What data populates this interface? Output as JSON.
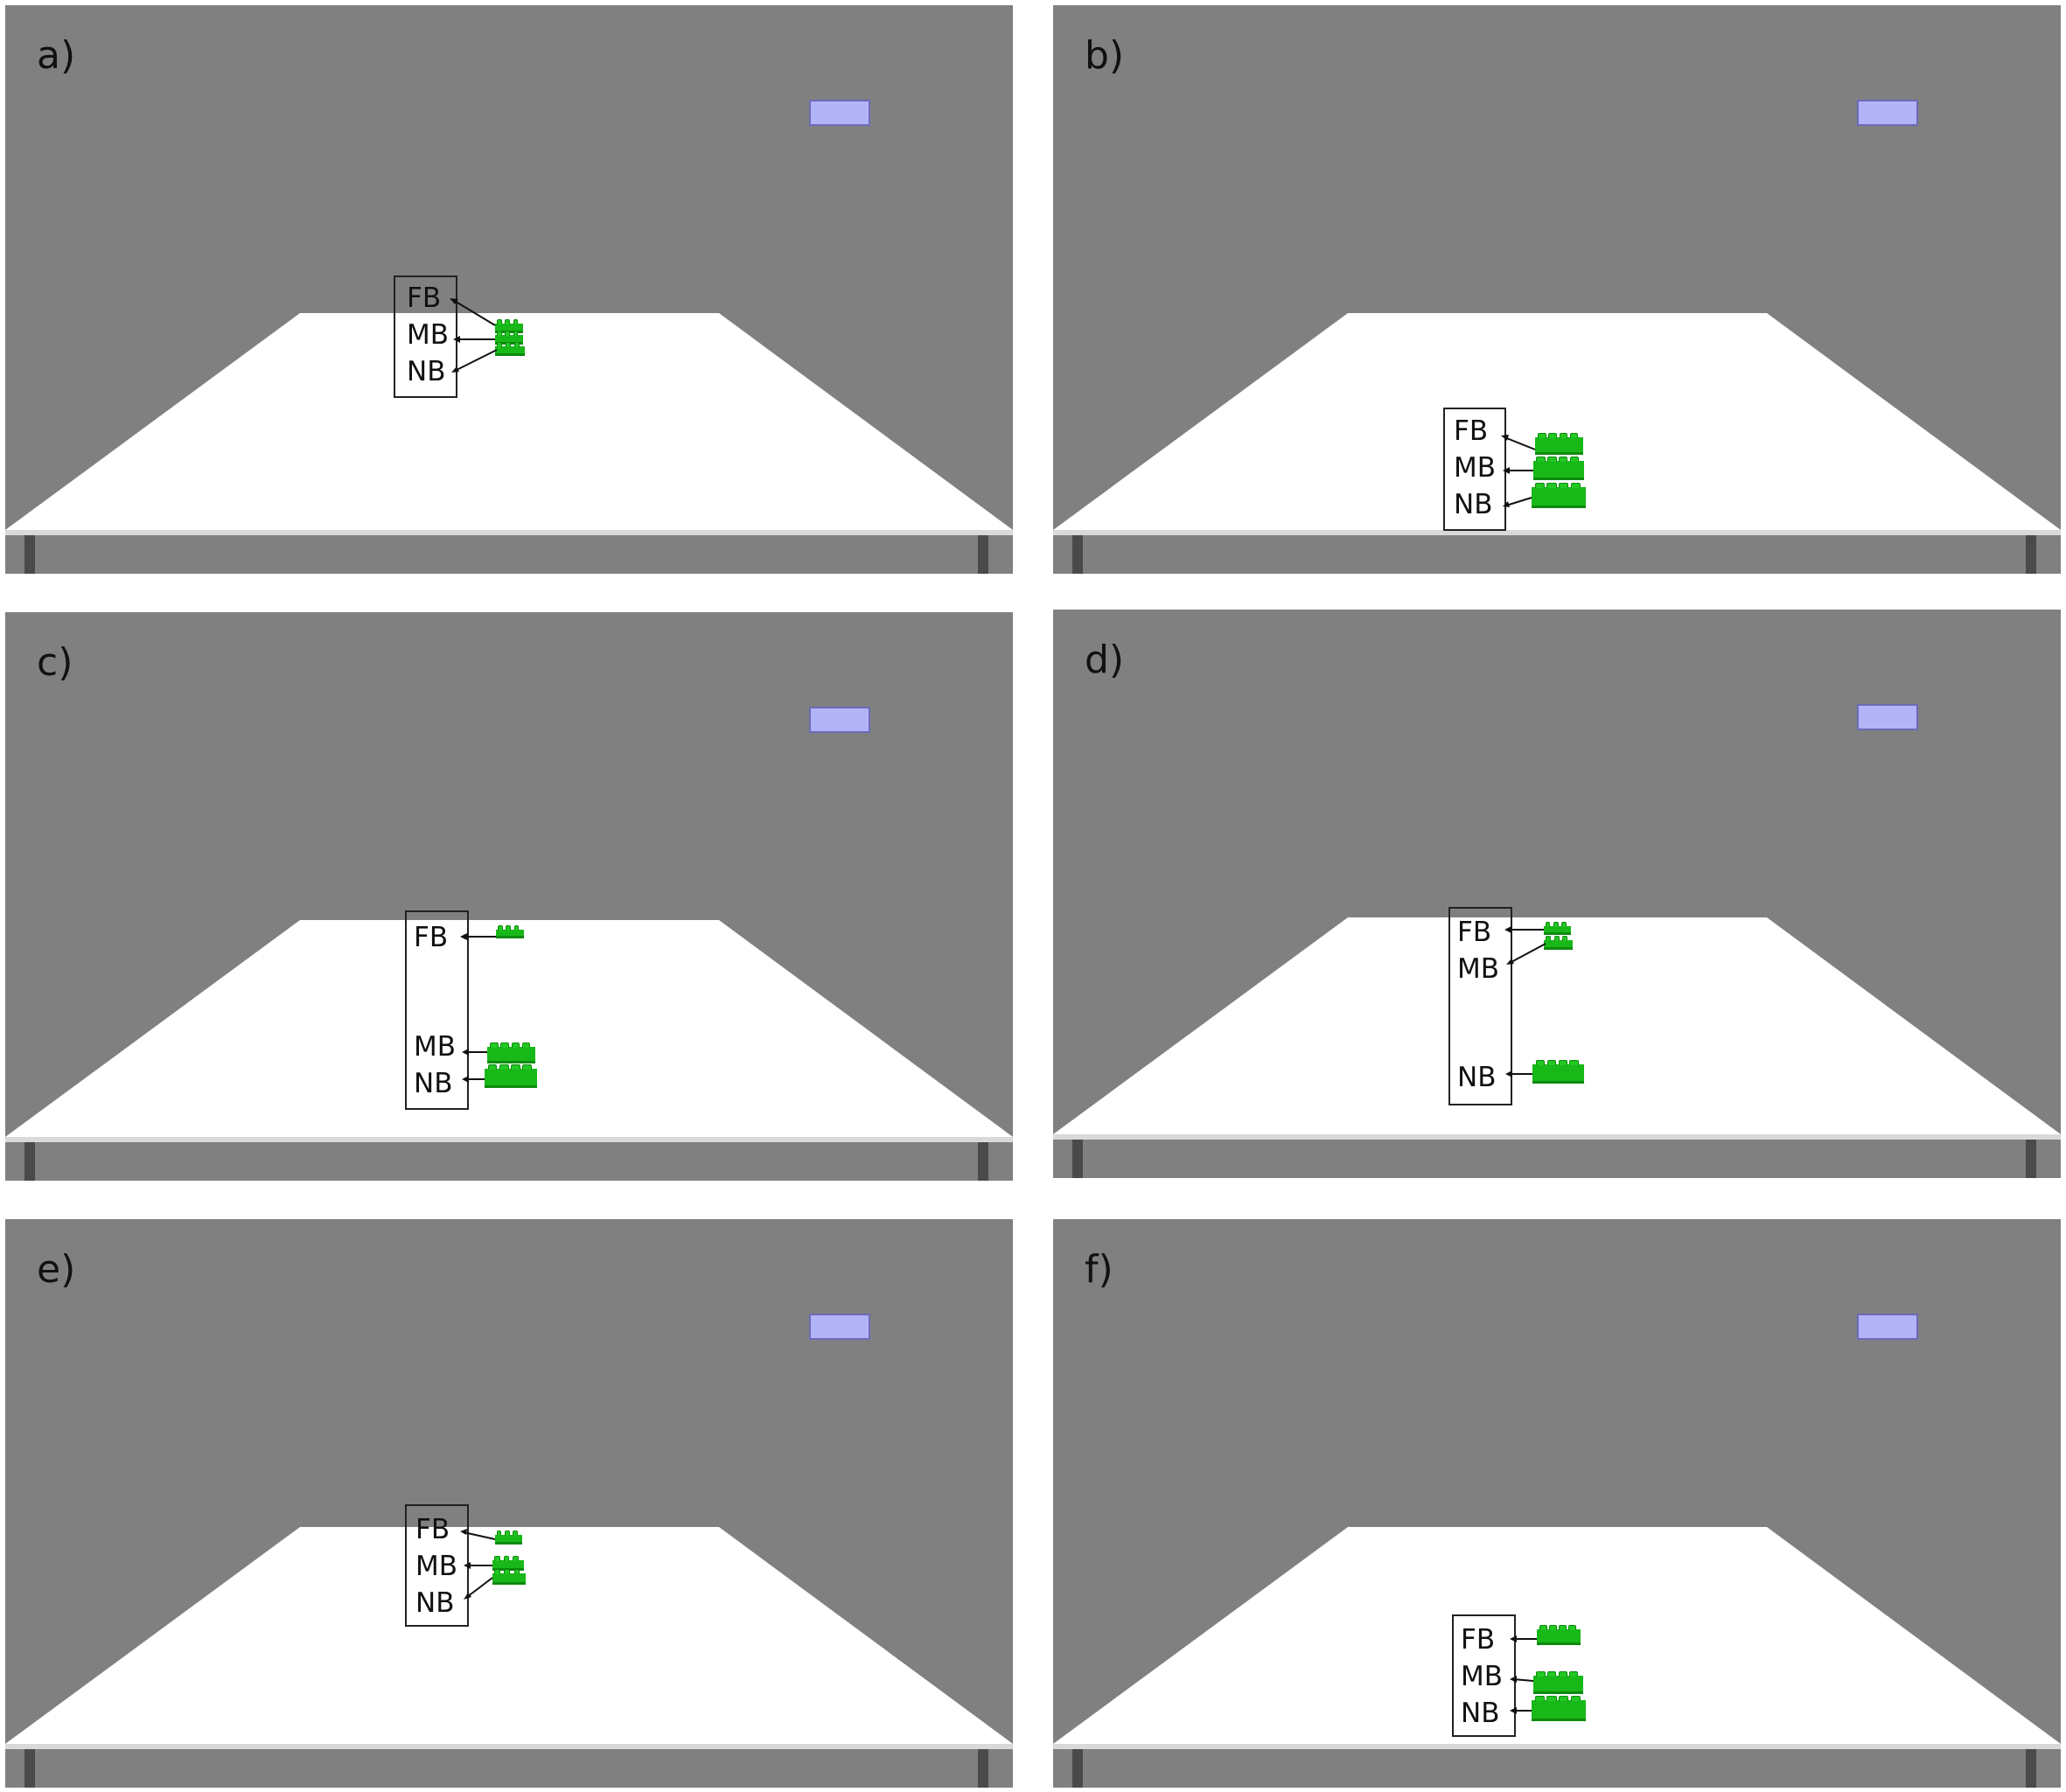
{
  "panels": [
    {
      "id": "a",
      "label": "a)",
      "labels": [
        "FB",
        "MB",
        "NB"
      ]
    },
    {
      "id": "b",
      "label": "b)",
      "labels": [
        "FB",
        "MB",
        "NB"
      ]
    },
    {
      "id": "c",
      "label": "c)",
      "labels": [
        "FB",
        "MB",
        "NB"
      ]
    },
    {
      "id": "d",
      "label": "d)",
      "labels": [
        "FB",
        "MB",
        "NB"
      ]
    },
    {
      "id": "e",
      "label": "e)",
      "labels": [
        "FB",
        "MB",
        "NB"
      ]
    },
    {
      "id": "f",
      "label": "f)",
      "labels": [
        "FB",
        "MB",
        "NB"
      ]
    }
  ],
  "colors": {
    "wall": "#808080",
    "table": "#ffffff",
    "brick": "#18b818",
    "window": "#b3b3f7"
  }
}
